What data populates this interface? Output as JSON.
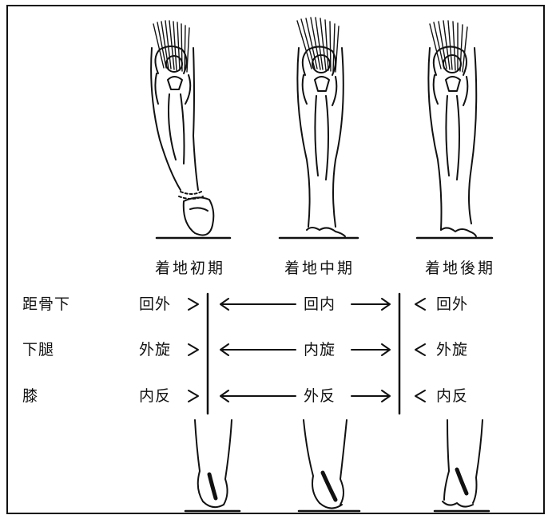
{
  "phases": [
    "着地初期",
    "着地中期",
    "着地後期"
  ],
  "rows": [
    {
      "name": "距骨下",
      "early": "回外",
      "mid": "回内",
      "late": "回外"
    },
    {
      "name": "下腿",
      "early": "外旋",
      "mid": "内旋",
      "late": "外旋"
    },
    {
      "name": "膝",
      "early": "内反",
      "mid": "外反",
      "late": "内反"
    }
  ],
  "colors": {
    "ink": "#111111",
    "background": "#ffffff"
  }
}
